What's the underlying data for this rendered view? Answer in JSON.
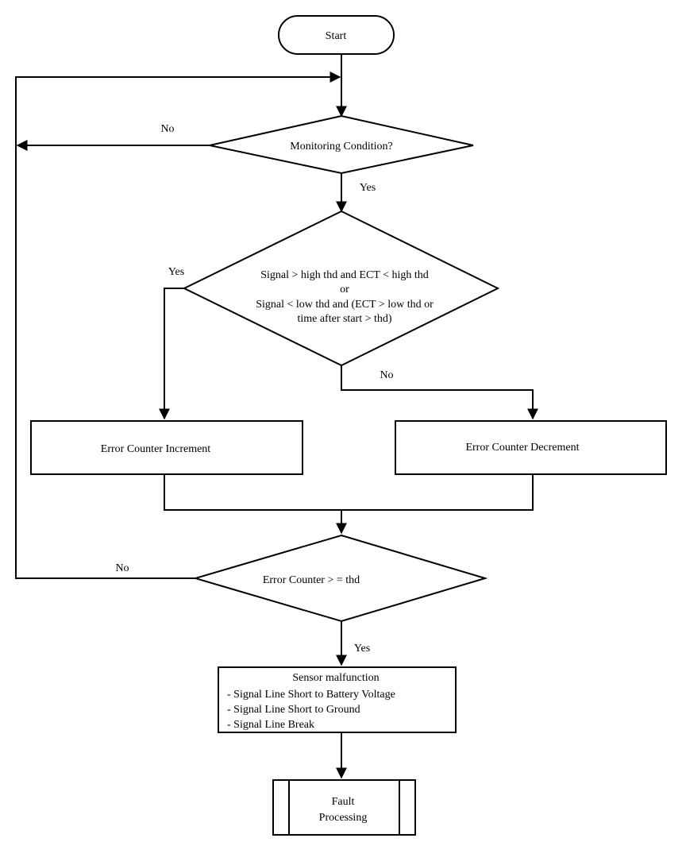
{
  "start": "Start",
  "monitoring": {
    "question": "Monitoring Condition?",
    "no_label": "No",
    "yes_label": "Yes"
  },
  "signal_check": {
    "lines": [
      "Signal > high thd and ECT < high thd",
      "or",
      "Signal < low thd and (ECT > low thd or",
      "time after start > thd)"
    ],
    "yes_label": "Yes",
    "no_label": "No"
  },
  "increment": "Error Counter Increment",
  "decrement": "Error Counter Decrement",
  "counter_check": {
    "question": "Error Counter > = thd",
    "no_label": "No",
    "yes_label": "Yes"
  },
  "malfunction": {
    "title": "Sensor malfunction",
    "items": [
      "- Signal Line Short to Battery Voltage",
      "- Signal Line Short to Ground",
      "- Signal Line Break"
    ]
  },
  "fault": {
    "line1": "Fault",
    "line2": "Processing"
  }
}
